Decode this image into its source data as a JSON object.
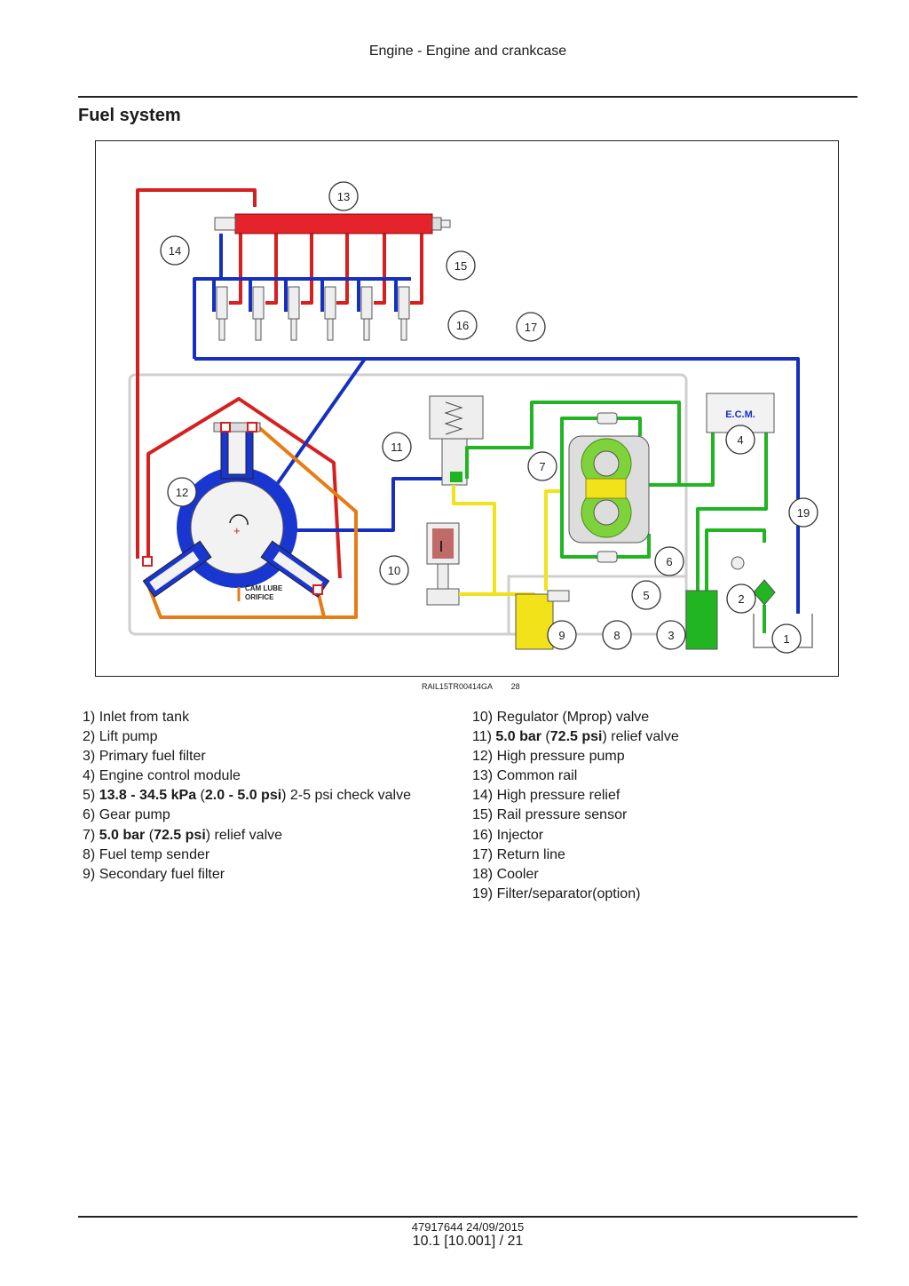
{
  "header": {
    "title": "Engine - Engine and crankcase"
  },
  "section": {
    "title": "Fuel system"
  },
  "figure": {
    "code": "RAIL15TR00414GA",
    "number": "28",
    "ecm_label": "E.C.M.",
    "cam_lube_line1": "CAM LUBE",
    "cam_lube_line2": "ORIFICE",
    "colors": {
      "high_pressure": "#d6201f",
      "return": "#1530c0",
      "low_pressure": "#22b522",
      "filtered": "#f2e21a",
      "cam_lube": "#e87c14",
      "pump_gear": "#7fd33a"
    },
    "callouts": [
      "1",
      "2",
      "3",
      "4",
      "5",
      "6",
      "7",
      "8",
      "9",
      "10",
      "11",
      "12",
      "13",
      "14",
      "15",
      "16",
      "17",
      "19"
    ]
  },
  "legend_left": [
    {
      "num": "1)",
      "text": "Inlet from tank"
    },
    {
      "num": "2)",
      "text": "Lift pump"
    },
    {
      "num": "3)",
      "text": "Primary fuel filter"
    },
    {
      "num": "4)",
      "text": "Engine control module"
    },
    {
      "num": "5)",
      "b1": "13.8 - 34.5 kPa",
      "p1": " (",
      "b2": "2.0 - 5.0 psi",
      "p2": ") 2-5 psi check valve"
    },
    {
      "num": "6)",
      "text": "Gear pump"
    },
    {
      "num": "7)",
      "b1": "5.0 bar",
      "p1": " (",
      "b2": "72.5 psi",
      "p2": ") relief valve"
    },
    {
      "num": "8)",
      "text": "Fuel temp sender"
    },
    {
      "num": "9)",
      "text": "Secondary fuel filter"
    }
  ],
  "legend_right": [
    {
      "num": "10)",
      "text": "Regulator (Mprop) valve"
    },
    {
      "num": "11)",
      "b1": "5.0 bar",
      "p1": " (",
      "b2": "72.5 psi",
      "p2": ") relief valve"
    },
    {
      "num": "12)",
      "text": "High pressure pump"
    },
    {
      "num": "13)",
      "text": "Common rail"
    },
    {
      "num": "14)",
      "text": "High pressure relief"
    },
    {
      "num": "15)",
      "text": "Rail pressure sensor"
    },
    {
      "num": "16)",
      "text": "Injector"
    },
    {
      "num": "17)",
      "text": "Return line"
    },
    {
      "num": "18)",
      "text": "Cooler"
    },
    {
      "num": "19)",
      "text": "Filter/separator(option)"
    }
  ],
  "footer": {
    "doc_date": "47917644 24/09/2015",
    "page": "10.1 [10.001] / 21"
  }
}
